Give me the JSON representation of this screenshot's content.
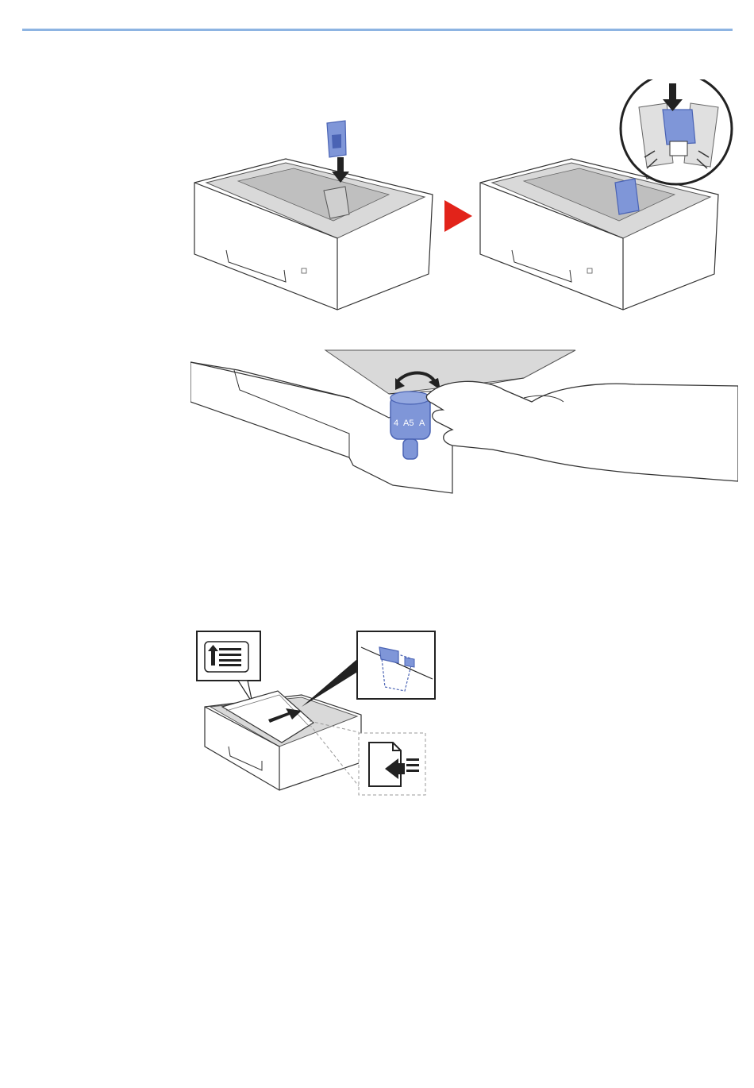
{
  "colors": {
    "rule": "#8db4e2",
    "guide_blue": "#7f96d8",
    "guide_blue_dark": "#4a63b4",
    "arrow_red": "#e2231a",
    "tray_body": "#ffffff",
    "tray_inner": "#d9d9d9",
    "outline": "#333333"
  },
  "figures": {
    "step1": {
      "icons": [
        "paper-tray-icon",
        "length-guide-icon",
        "down-arrow-icon",
        "next-step-arrow-icon",
        "magnifier-callout-icon"
      ]
    },
    "step2": {
      "icons": [
        "paper-size-dial-icon",
        "rotate-arrow-icon",
        "hand-icon"
      ],
      "dial_labels": [
        "4",
        "A5",
        "A"
      ]
    },
    "step3": {
      "icons": [
        "paper-stack-icon",
        "print-side-up-icon",
        "load-arrow-icon",
        "guide-detail-callout-icon",
        "insert-direction-icon"
      ],
      "small_text": ""
    }
  }
}
